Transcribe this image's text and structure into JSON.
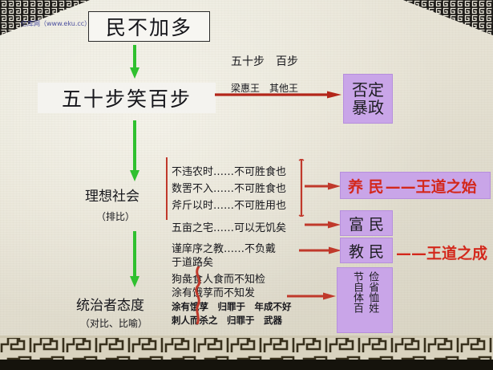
{
  "meta": {
    "watermark": "亿库网（www.eku.cc）",
    "colors": {
      "paper": "#e6e2d4",
      "purple_box": "#c9a5e8",
      "red_accent": "#d3281c",
      "green_arrow": "#2fc02f",
      "ink": "#17171c"
    }
  },
  "nodes": {
    "title_box": "民不加多",
    "main_box": "五十步笑百步",
    "compare_top": "五十步　百步",
    "compare_bottom": "梁惠王　其他王",
    "verdict_box": "否定\n暴政",
    "verdict_line1": "否定",
    "verdict_line2": "暴政"
  },
  "sections": {
    "ideal": {
      "label": "理想社会",
      "sub": "（排比）",
      "lines": [
        "不违农时……不可胜食也",
        "数罟不入……不可胜食也",
        "斧斤以时……不可胜用也",
        "五亩之宅……可以无饥矣",
        "谨庠序之教……不负戴",
        "于道路矣"
      ]
    },
    "ruler": {
      "label": "统治者态度",
      "sub": "（对比、比喻）",
      "lines_red": [
        "狗彘食人食而不知检",
        "涂有饿莩而不知发"
      ],
      "lines_bold": [
        "涂有饿莩　归罪于　年成不好",
        "刺人而杀之　归罪于　武器"
      ]
    }
  },
  "outcomes": [
    {
      "tag": "养 民",
      "conclusion": "——王道之始"
    },
    {
      "tag": "富 民",
      "conclusion": ""
    },
    {
      "tag": "教 民",
      "conclusion": "——王道之成"
    }
  ],
  "final_box": {
    "col_right": "俭省恤姓",
    "col_left": "节自体百"
  }
}
